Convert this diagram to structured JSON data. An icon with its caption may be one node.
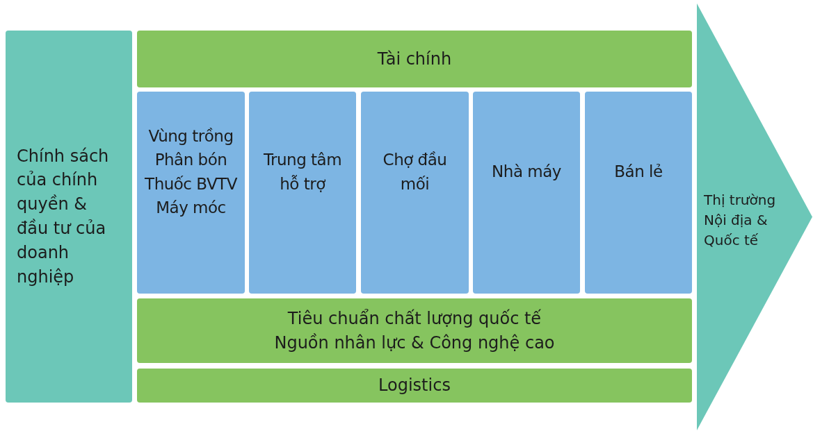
{
  "diagram": {
    "nodes": [
      {
        "text": [
          "Chính sách của chính quyền & đầu tư của doanh nghiệp"
        ]
      },
      {
        "text": [
          "Tài chính"
        ]
      },
      {
        "text": [
          "Vùng trồng",
          "Phân bón",
          "Thuốc BVTV",
          "Máy móc"
        ]
      },
      {
        "text": [
          "Trung tâm hỗ trợ"
        ]
      },
      {
        "text": [
          "Chợ đầu mối"
        ]
      },
      {
        "text": [
          "Nhà máy"
        ]
      },
      {
        "text": [
          "Bán lẻ"
        ]
      },
      {
        "text": [
          "Tiêu chuẩn chất lượng quốc tế",
          "Nguồn nhân lực & Công nghệ cao"
        ]
      },
      {
        "text": [
          "Logistics"
        ]
      },
      {
        "text": [
          "Thị trường Nội địa & Quốc tế"
        ]
      }
    ]
  }
}
